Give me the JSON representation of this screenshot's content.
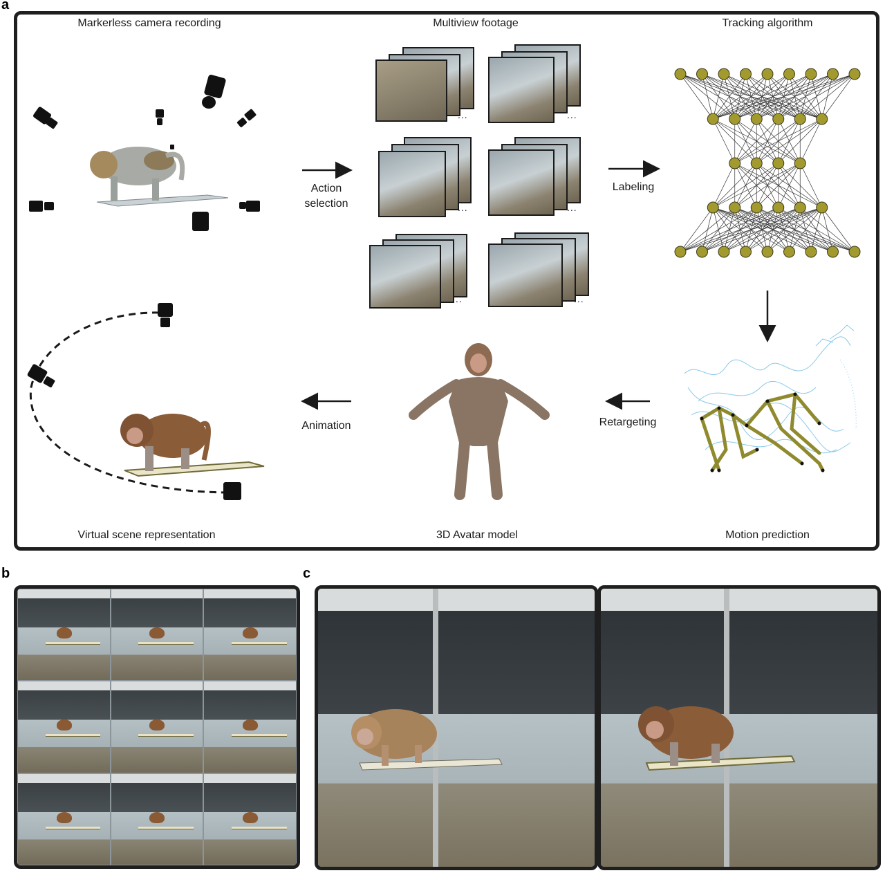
{
  "panels": {
    "a": "a",
    "b": "b",
    "c": "c"
  },
  "panel_a": {
    "captions": {
      "markerless": "Markerless camera recording",
      "multiview": "Multiview footage",
      "tracking": "Tracking algorithm",
      "virtual_scene": "Virtual scene representation",
      "avatar": "3D Avatar model",
      "motion": "Motion prediction"
    },
    "arrows": {
      "action_selection_line1": "Action",
      "action_selection_line2": "selection",
      "labeling": "Labeling",
      "retargeting": "Retargeting",
      "animation": "Animation"
    },
    "ellipsis": "..."
  },
  "colors": {
    "node_fill": "#a39a2f",
    "node_stroke": "#3a3a1a",
    "skeleton": "#8f8a2e",
    "trace": "#7cc3e6",
    "frame": "#1f1f1f"
  },
  "network": {
    "layers": [
      9,
      6,
      4,
      6,
      9
    ]
  }
}
